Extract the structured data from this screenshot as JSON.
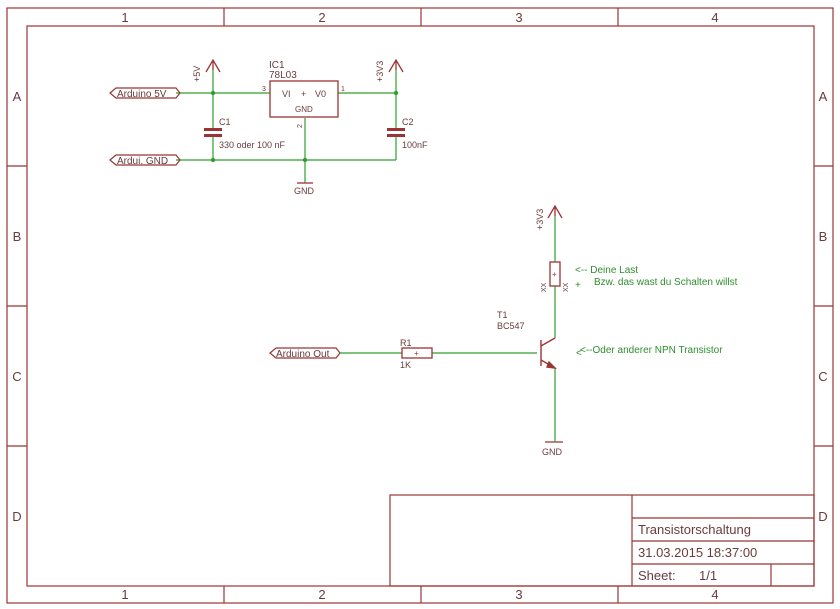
{
  "frame": {
    "columns": [
      "1",
      "2",
      "3",
      "4"
    ],
    "rows": [
      "A",
      "B",
      "C",
      "D"
    ]
  },
  "title_block": {
    "title": "Transistorschaltung",
    "date": "31.03.2015 18:37:00",
    "sheet_label": "Sheet:",
    "sheet_value": "1/1"
  },
  "nets": {
    "arduino_5v": "Arduino 5V",
    "ardui_gnd": "Ardui. GND",
    "arduino_out": "Arduino Out",
    "p5v": "+5V",
    "p3v3_top": "+3V3",
    "p3v3_right": "+3V3",
    "gnd_top": "GND",
    "gnd_right": "GND"
  },
  "components": {
    "ic1": {
      "name": "IC1",
      "value": "78L03",
      "pin_vi": "VI",
      "pin_vo": "V0",
      "pin_gnd": "GND",
      "pin_num_in": "3",
      "pin_num_out": "1",
      "pin_num_gnd": "2",
      "plus": "+"
    },
    "c1": {
      "name": "C1",
      "value": "330 oder 100 nF"
    },
    "c2": {
      "name": "C2",
      "value": "100nF"
    },
    "r1": {
      "name": "R1",
      "value": "1K"
    },
    "t1": {
      "name": "T1",
      "value": "BC547"
    },
    "load": {
      "label_a": "XX",
      "label_b": "XX"
    }
  },
  "notes": {
    "load_line1": "<-- Deine Last",
    "load_plus": "+",
    "load_line2": "Bzw. das wast du Schalten willst",
    "transistor_prefix": "<",
    "transistor_note": "<--Oder anderer NPN Transistor"
  },
  "colors": {
    "wire": "#2f9f2f",
    "symbol": "#9b3434",
    "frame": "#9b3434",
    "text_dark": "#6a3b3b",
    "note": "#2f8f2f"
  }
}
